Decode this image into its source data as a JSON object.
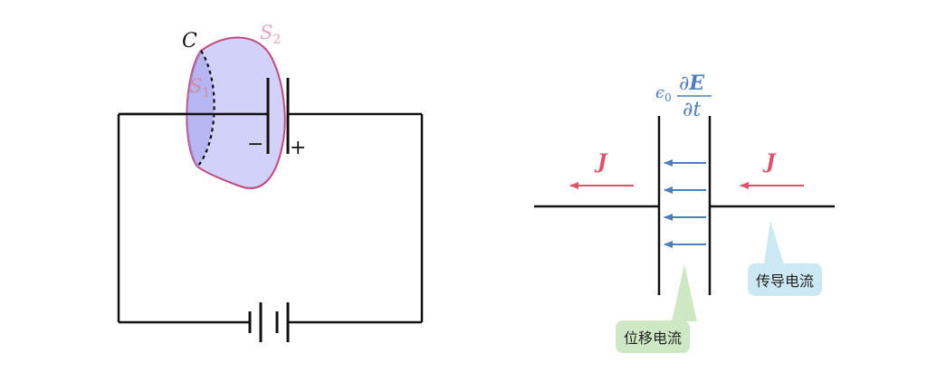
{
  "colors": {
    "wire": "#111111",
    "surface_fill": "#c9c9f8",
    "surface_stroke": "#c2497a",
    "surface_label": "#d68aa5",
    "current_arrow": "#e0506a",
    "field_arrow": "#4f7fbb",
    "displacement_callout": "#cfe8c4",
    "conduction_callout": "#cbe8f3"
  },
  "left_diagram": {
    "curve_label": "C",
    "surface1_label": "S",
    "surface1_sub": "1",
    "surface2_label": "S",
    "surface2_sub": "2",
    "minus_sign": "−",
    "plus_sign": "+"
  },
  "right_diagram": {
    "current_left_label": "J",
    "current_right_label": "J",
    "epsilon": "ϵ",
    "epsilon_sub": "0",
    "partial_num": "∂",
    "E_symbol": "E",
    "partial_den": "∂t",
    "displacement_label": "位移电流",
    "conduction_label": "传导电流"
  }
}
